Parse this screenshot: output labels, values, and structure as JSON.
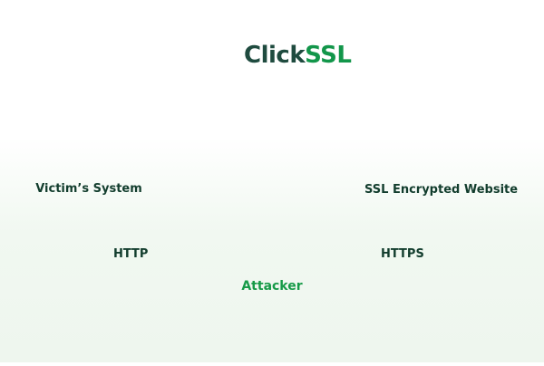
{
  "logo": {
    "prefix": "Click",
    "suffix": "SSL",
    "brand_dark": "#1f4b3f",
    "brand_green": "#12964a"
  },
  "diagram": {
    "victim_label": "Victim’s System",
    "website_label": "SSL Encrypted Website",
    "website_url": "https://",
    "attacker_label": "Attacker",
    "http_label": "HTTP",
    "https_label": "HTTPS",
    "blocked_symbol_color": "#ff1f1f",
    "arrow_color": "#2cb55b"
  }
}
